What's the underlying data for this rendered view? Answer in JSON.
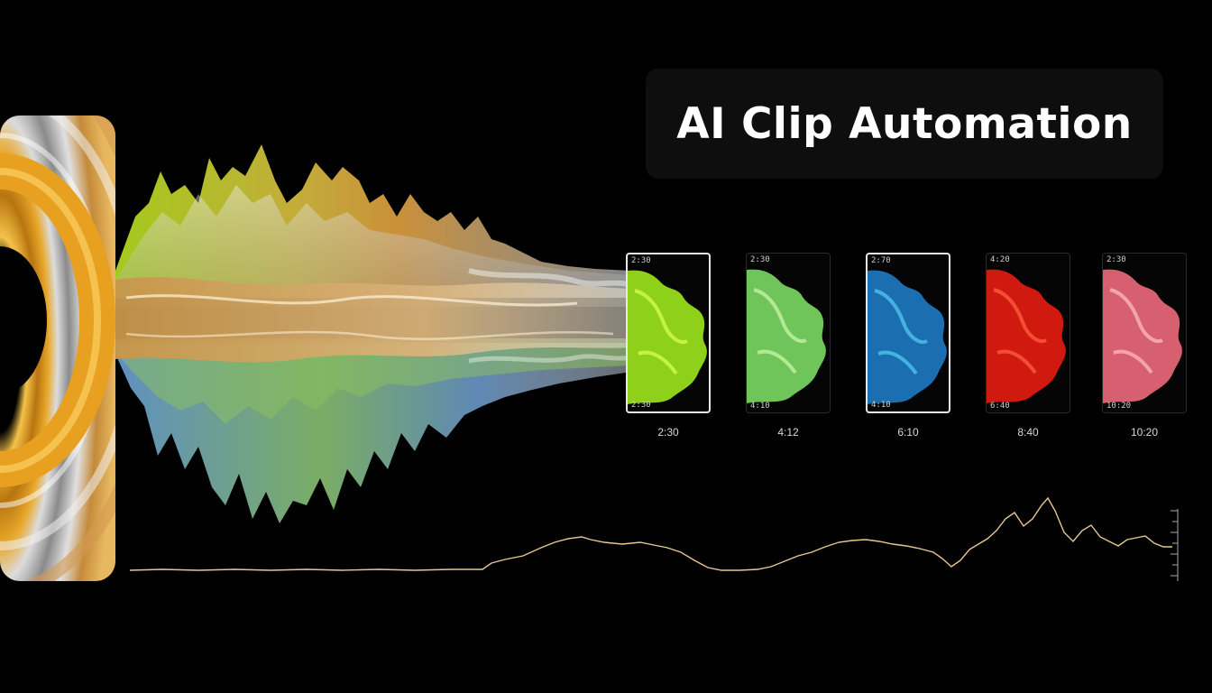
{
  "title": "AI Clip Automation",
  "clips": [
    {
      "start": "2:30",
      "end": "2:30",
      "time": "2:30",
      "selected": true,
      "color": "#8fd11a",
      "highlight": "#d4ff52"
    },
    {
      "start": "2:30",
      "end": "4:10",
      "time": "4:12",
      "selected": false,
      "color": "#6fc45a",
      "highlight": "#c8f5a8"
    },
    {
      "start": "2:70",
      "end": "4:10",
      "time": "6:10",
      "selected": true,
      "color": "#1b6fb0",
      "highlight": "#52c8f0"
    },
    {
      "start": "4:20",
      "end": "6:40",
      "time": "8:40",
      "selected": false,
      "color": "#d01a10",
      "highlight": "#ff6040"
    },
    {
      "start": "2:30",
      "end": "10:20",
      "time": "10:20",
      "selected": false,
      "color": "#d66070",
      "highlight": "#ffb8c4"
    }
  ],
  "colors": {
    "gold": "#d4a040",
    "waveform_line": "#e8c890",
    "lime": "#a8d82a",
    "blue": "#5a90c8"
  }
}
